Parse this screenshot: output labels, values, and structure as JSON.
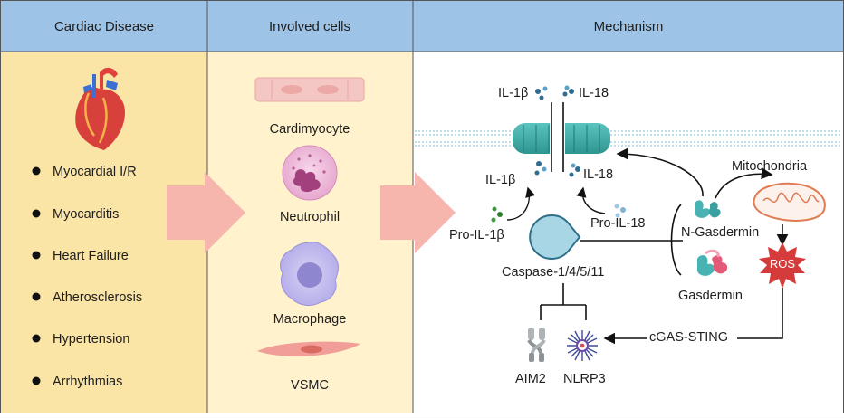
{
  "headers": {
    "disease": "Cardiac Disease",
    "cells": "Involved cells",
    "mechanism": "Mechanism"
  },
  "diseases": [
    "Myocardial I/R",
    "Myocarditis",
    "Heart Failure",
    "Atherosclerosis",
    "Hypertension",
    "Arrhythmias"
  ],
  "cells": {
    "cardiomyocyte": "Cardimyocyte",
    "neutrophil": "Neutrophil",
    "macrophage": "Macrophage",
    "vsmc": "VSMC"
  },
  "mechanism": {
    "il1b_out": "IL-1β",
    "il18_out": "IL-18",
    "il1b_in": "IL-1β",
    "il18_in": "IL-18",
    "pro_il1b": "Pro-IL-1β",
    "pro_il18": "Pro-IL-18",
    "caspase": "Caspase-1/4/5/11",
    "n_gasdermin": "N-Gasdermin",
    "gasdermin": "Gasdermin",
    "mitochondria": "Mitochondria",
    "ros": "ROS",
    "cgas_sting": "cGAS-STING",
    "aim2": "AIM2",
    "nlrp3": "NLRP3"
  },
  "colors": {
    "header_bg": "#9dc3e6",
    "disease_bg": "#fbe5a6",
    "cells_bg": "#fff2cc",
    "arrow_fill": "#f6b6ad",
    "membrane": "#4fb5b0",
    "ros": "#d63b3b"
  }
}
